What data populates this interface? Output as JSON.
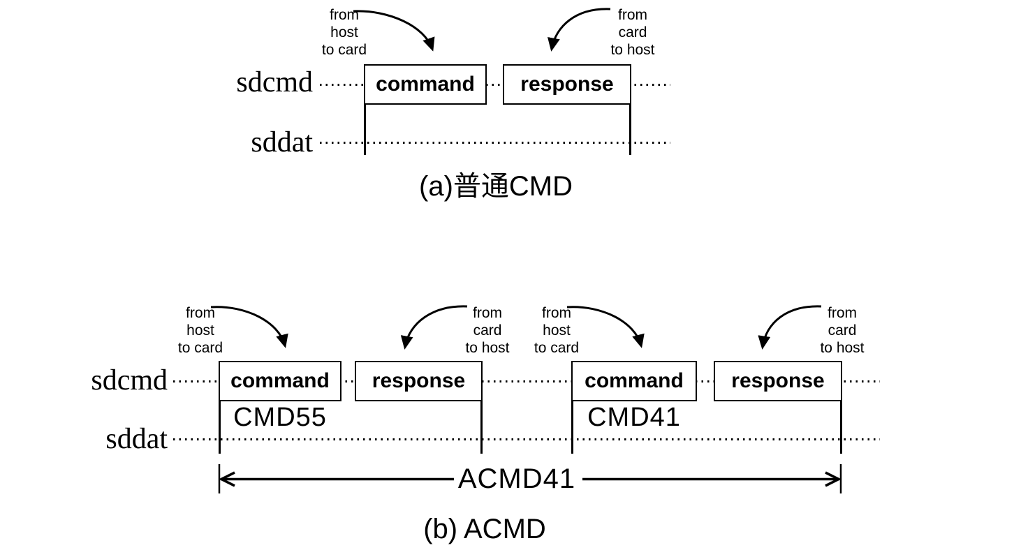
{
  "colors": {
    "ink": "#000000",
    "background": "#ffffff"
  },
  "diagram_a": {
    "caption": "(a)普通CMD",
    "signals": {
      "sdcmd": "sdcmd",
      "sddat": "sddat"
    },
    "annotations": [
      {
        "lines": [
          "from",
          "host",
          "to card"
        ]
      },
      {
        "lines": [
          "from",
          "card",
          "to host"
        ]
      }
    ],
    "boxes": [
      {
        "label": "command"
      },
      {
        "label": "response"
      }
    ]
  },
  "diagram_b": {
    "caption": "(b) ACMD",
    "signals": {
      "sdcmd": "sdcmd",
      "sddat": "sddat"
    },
    "annotations": [
      {
        "lines": [
          "from",
          "host",
          "to card"
        ]
      },
      {
        "lines": [
          "from",
          "card",
          "to host"
        ]
      },
      {
        "lines": [
          "from",
          "host",
          "to card"
        ]
      },
      {
        "lines": [
          "from",
          "card",
          "to host"
        ]
      }
    ],
    "boxes": [
      {
        "label": "command",
        "sublabel": "CMD55"
      },
      {
        "label": "response"
      },
      {
        "label": "command",
        "sublabel": "CMD41"
      },
      {
        "label": "response"
      }
    ],
    "span_label": "ACMD41"
  }
}
